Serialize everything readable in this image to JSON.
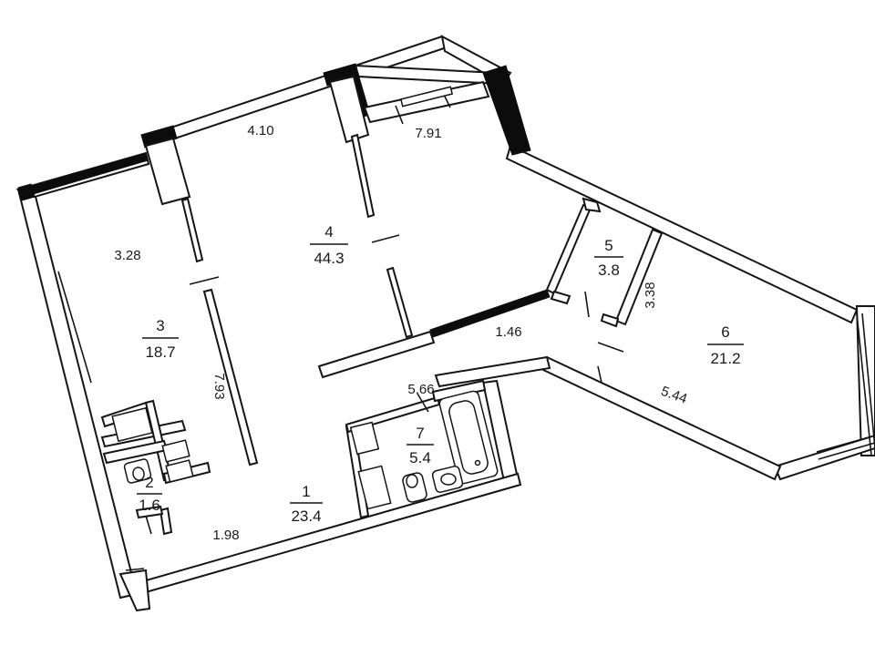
{
  "rooms": [
    {
      "id": "1",
      "number": "1",
      "area": "23.4"
    },
    {
      "id": "2",
      "number": "2",
      "area": "1.6"
    },
    {
      "id": "3",
      "number": "3",
      "area": "18.7"
    },
    {
      "id": "4",
      "number": "4",
      "area": "44.3"
    },
    {
      "id": "5",
      "number": "5",
      "area": "3.8"
    },
    {
      "id": "6",
      "number": "6",
      "area": "21.2"
    },
    {
      "id": "7",
      "number": "7",
      "area": "5.4"
    }
  ],
  "dimensions": [
    {
      "id": "d410",
      "value": "4.10"
    },
    {
      "id": "d791",
      "value": "7.91"
    },
    {
      "id": "d328",
      "value": "3.28"
    },
    {
      "id": "d793",
      "value": "7.93"
    },
    {
      "id": "d146",
      "value": "1.46"
    },
    {
      "id": "d338",
      "value": "3.38"
    },
    {
      "id": "d566",
      "value": "5.66"
    },
    {
      "id": "d544",
      "value": "5.44"
    },
    {
      "id": "d198",
      "value": "1.98"
    }
  ]
}
